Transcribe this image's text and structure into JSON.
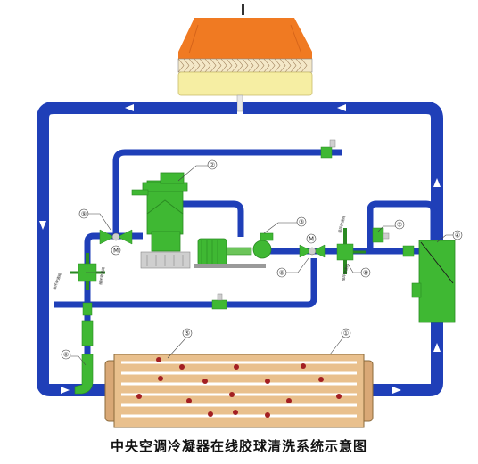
{
  "title": "中央空调冷凝器在线胶球清洗系统示意图",
  "callouts": [
    "①",
    "②",
    "③",
    "④",
    "⑤",
    "⑥",
    "⑦",
    "⑧",
    "⑨"
  ],
  "motor_mark": "M",
  "valve_tags": [
    "循环旁通阀",
    "循环旁通阀",
    "循环旁通阀",
    "循环旁通阀"
  ],
  "colors": {
    "pipe": "#1f3fb8",
    "equipment": "#3fb833",
    "tower_fan": "#f07a22",
    "tower_basin": "#f6eea3",
    "condenser": "#e9c08d",
    "ball": "#a31f22"
  }
}
